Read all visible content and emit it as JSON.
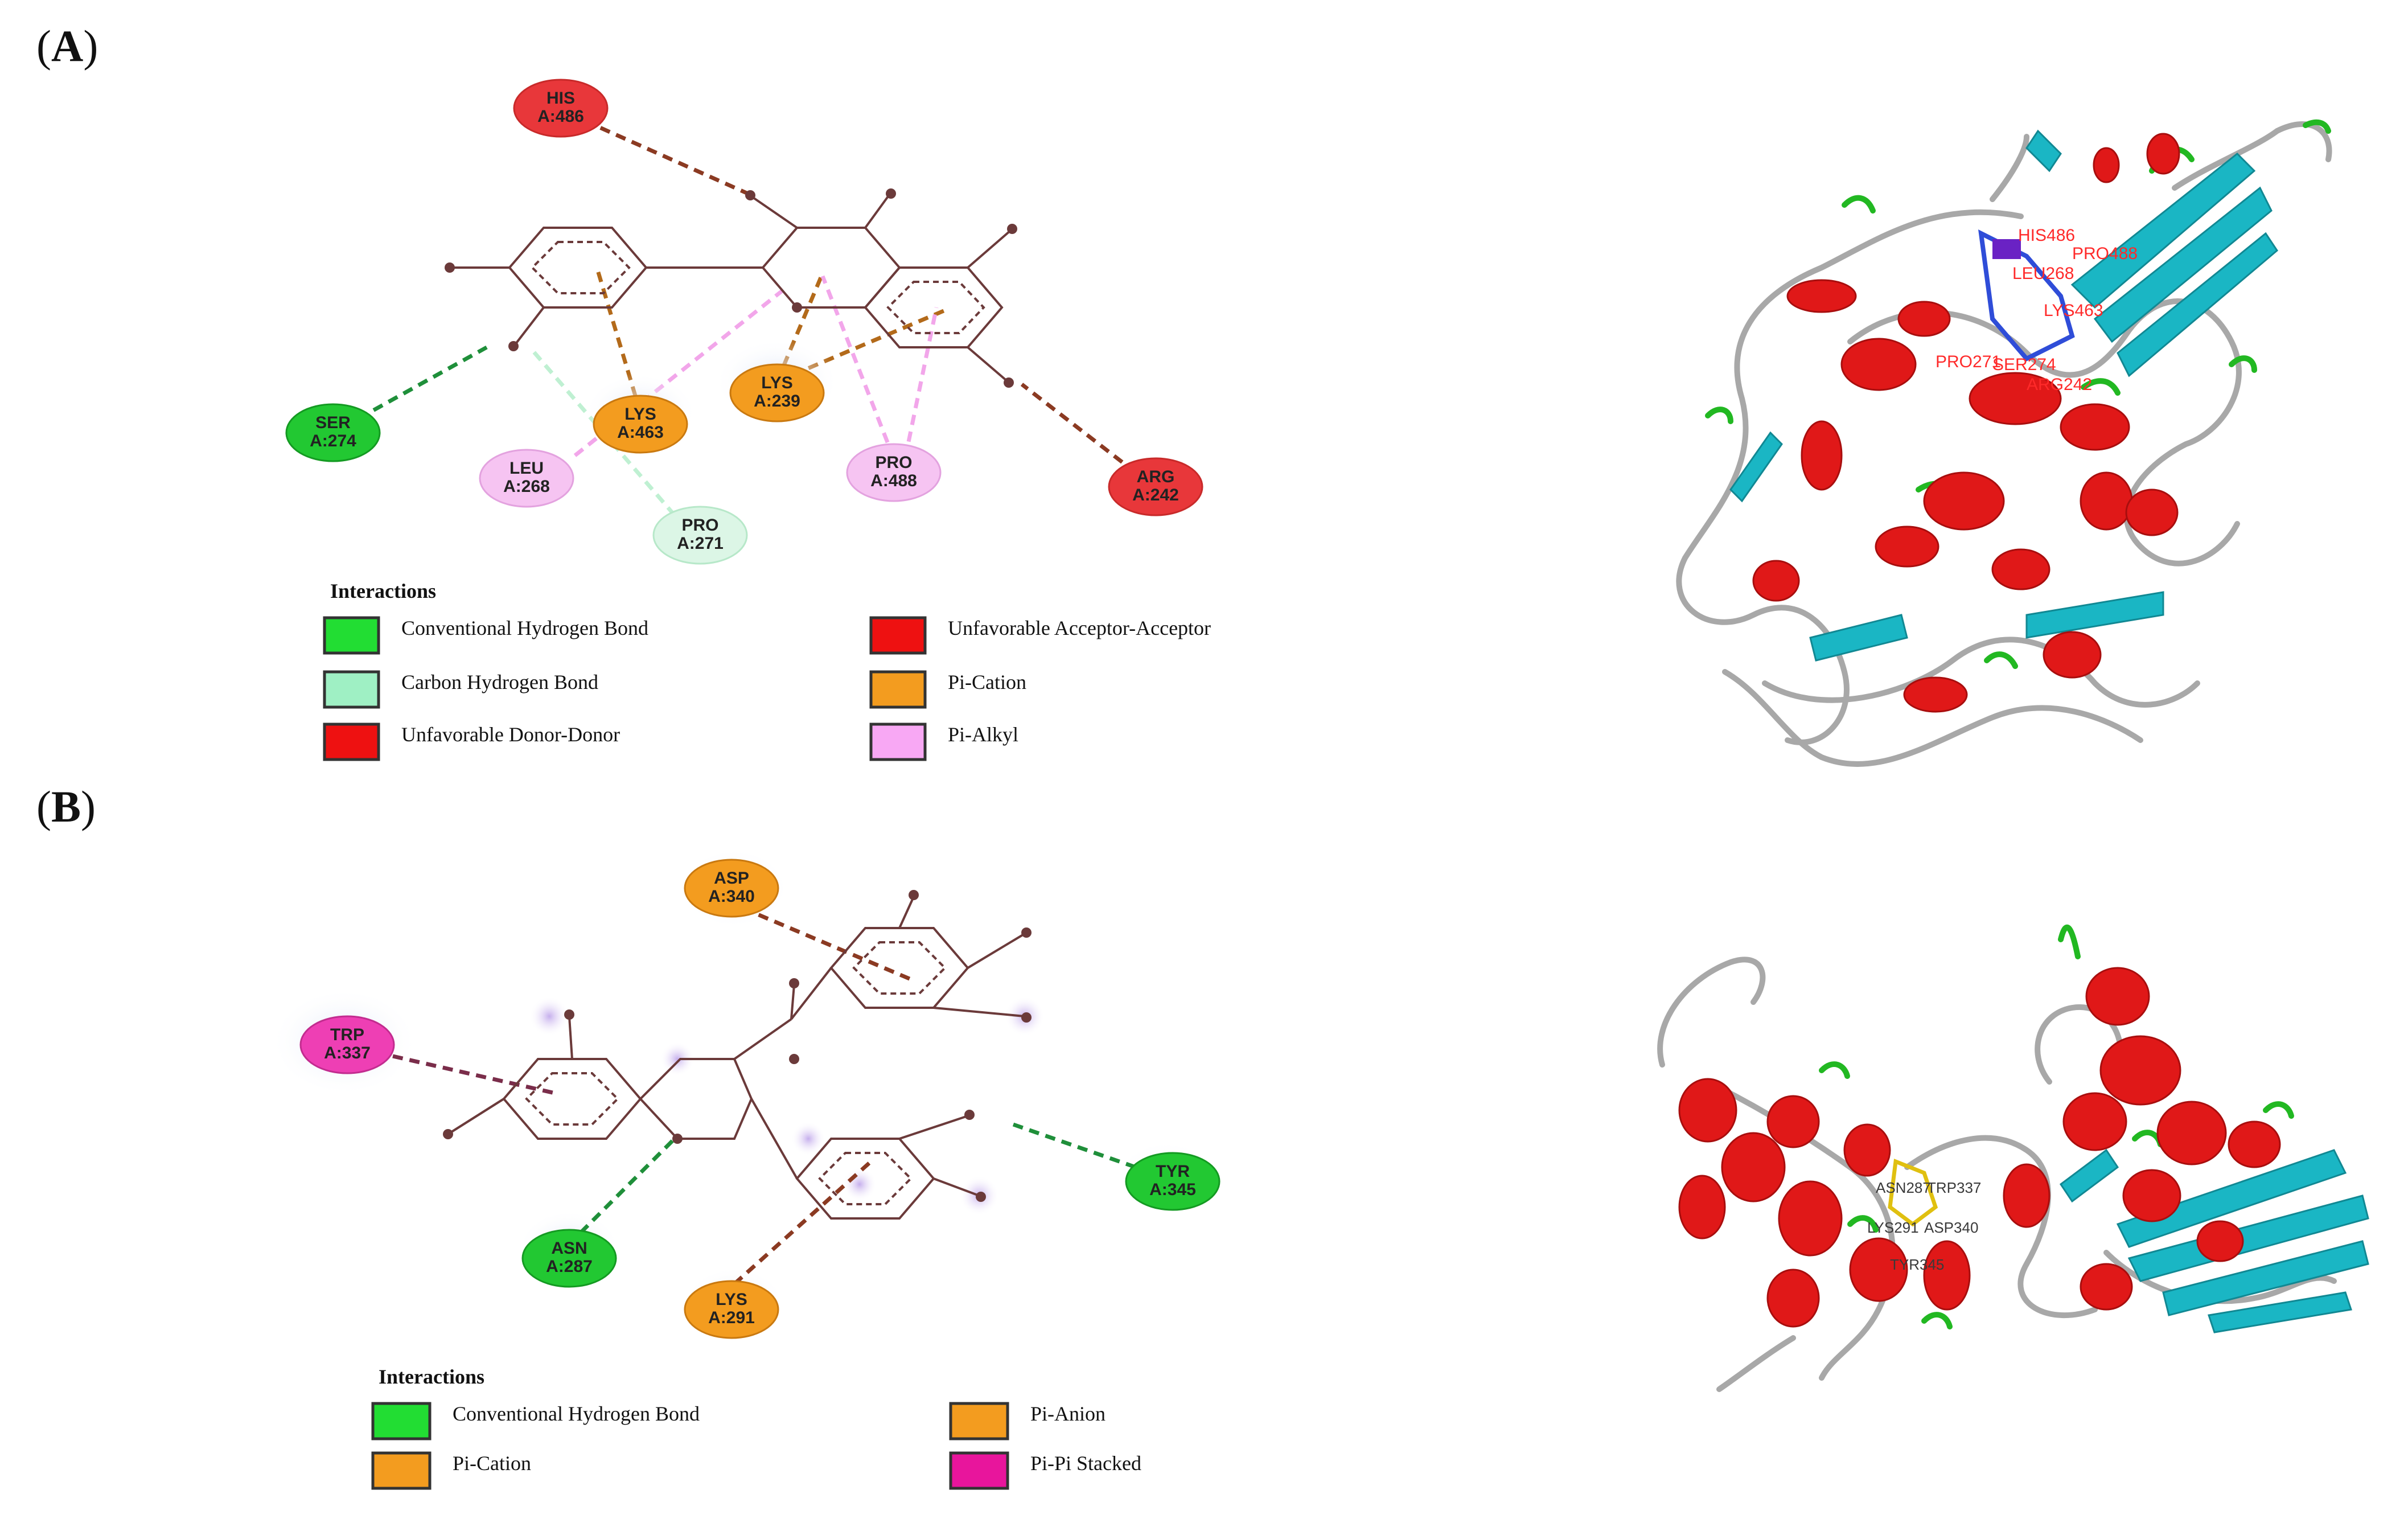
{
  "panels": [
    {
      "label": "A",
      "legend_title": "Interactions",
      "residues": [
        {
          "id": "his486",
          "name": "HIS",
          "num": "A:486",
          "color": "#e8373a"
        },
        {
          "id": "ser274",
          "name": "SER",
          "num": "A:274",
          "color": "#22c832"
        },
        {
          "id": "lys463",
          "name": "LYS",
          "num": "A:463",
          "color": "#f39c1f"
        },
        {
          "id": "lys239",
          "name": "LYS",
          "num": "A:239",
          "color": "#f39c1f"
        },
        {
          "id": "leu268",
          "name": "LEU",
          "num": "A:268",
          "color": "#f4b8f0"
        },
        {
          "id": "pro271",
          "name": "PRO",
          "num": "A:271",
          "color": "#cdf3dc"
        },
        {
          "id": "pro488",
          "name": "PRO",
          "num": "A:488",
          "color": "#f4b8f0"
        },
        {
          "id": "arg242",
          "name": "ARG",
          "num": "A:242",
          "color": "#e8373a"
        }
      ],
      "legend": [
        {
          "label": "Conventional Hydrogen Bond",
          "color": "#22dd33"
        },
        {
          "label": "Unfavorable Acceptor-Acceptor",
          "color": "#ee1111"
        },
        {
          "label": "Carbon Hydrogen Bond",
          "color": "#9ff0c4"
        },
        {
          "label": "Pi-Cation",
          "color": "#f39c1f"
        },
        {
          "label": "Unfavorable Donor-Donor",
          "color": "#ee1111"
        },
        {
          "label": "Pi-Alkyl",
          "color": "#f8a8f4"
        }
      ],
      "structure_labels": [
        "HIS486",
        "PRO488",
        "LEU268",
        "LYS463",
        "PRO271",
        "SER274",
        "ARG242"
      ]
    },
    {
      "label": "B",
      "legend_title": "Interactions",
      "residues": [
        {
          "id": "asp340",
          "name": "ASP",
          "num": "A:340",
          "color": "#f39c1f"
        },
        {
          "id": "trp337",
          "name": "TRP",
          "num": "A:337",
          "color": "#ee3fb4"
        },
        {
          "id": "tyr345",
          "name": "TYR",
          "num": "A:345",
          "color": "#22c832"
        },
        {
          "id": "asn287",
          "name": "ASN",
          "num": "A:287",
          "color": "#22c832"
        },
        {
          "id": "lys291",
          "name": "LYS",
          "num": "A:291",
          "color": "#f39c1f"
        }
      ],
      "legend": [
        {
          "label": "Conventional Hydrogen Bond",
          "color": "#22dd33"
        },
        {
          "label": "Pi-Anion",
          "color": "#f39c1f"
        },
        {
          "label": "Pi-Cation",
          "color": "#f39c1f"
        },
        {
          "label": "Pi-Pi Stacked",
          "color": "#e8159c"
        }
      ],
      "structure_labels": [
        "ASN287",
        "TRP337",
        "LYS291",
        "ASP340",
        "TYR345"
      ]
    }
  ]
}
